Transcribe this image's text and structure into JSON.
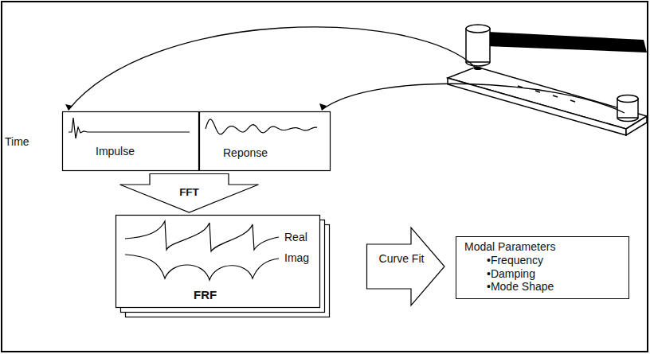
{
  "diagram": {
    "nodes": [
      {
        "text": [
          "Time"
        ]
      },
      {
        "text": [
          "Impulse"
        ],
        "in": 0
      },
      {
        "text": [
          "Reponse"
        ],
        "in": 0
      },
      {
        "text": [
          "FFT"
        ]
      },
      {
        "text": [
          "Real",
          "Imag",
          "FRF"
        ]
      },
      {
        "text": [
          "Curve Fit"
        ]
      },
      {
        "text": [
          "Modal Parameters",
          "•Frequency",
          "•Damping",
          "•Mode Shape"
        ]
      }
    ]
  }
}
